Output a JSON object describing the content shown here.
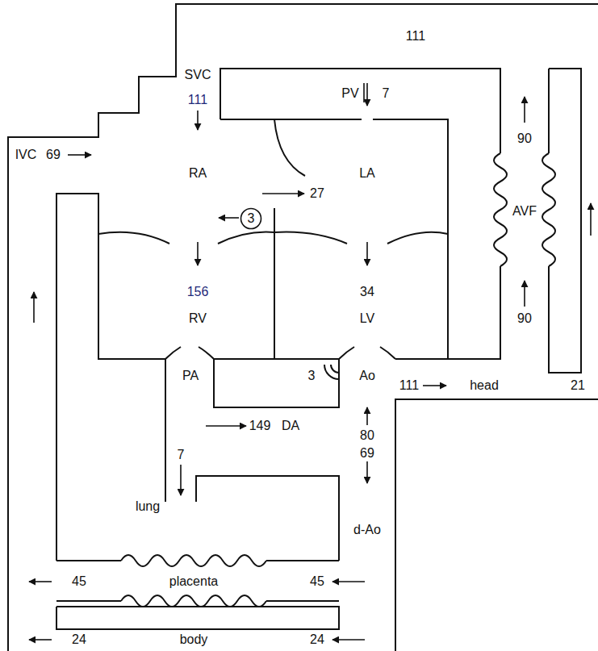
{
  "diagram": {
    "nodes": [
      {
        "text": [
          "3"
        ]
      }
    ],
    "labels": [
      "SVC",
      "111",
      "111",
      "PV",
      "7",
      "IVC",
      "69",
      "RA",
      "LA",
      "27",
      "156",
      "34",
      "RV",
      "LV",
      "PA",
      "Ao",
      "3",
      "111",
      "head",
      "149",
      "DA",
      "80",
      "69",
      "7",
      "lung",
      "d-Ao",
      "45",
      "placenta",
      "45",
      "24",
      "body",
      "24",
      "90",
      "AVF",
      "90",
      "21"
    ]
  }
}
